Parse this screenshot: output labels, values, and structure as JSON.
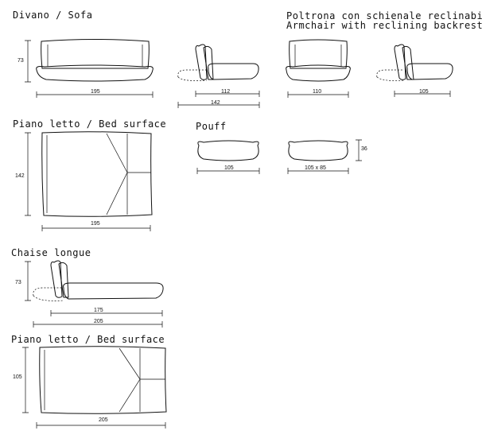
{
  "sections": {
    "sofa_title": "Divano / Sofa",
    "armchair_title_it": "Poltrona con schienale reclinabile",
    "armchair_title_en": "Armchair with reclining backrest",
    "bed_title_1": "Piano letto / Bed surface",
    "pouf_title": "Pouff",
    "chaise_title": "Chaise longue",
    "bed_title_2": "Piano letto / Bed surface"
  },
  "dimensions": {
    "sofa_height": "73",
    "sofa_width": "195",
    "sofa_side_depth": "112",
    "sofa_side_depth_reclined": "142",
    "armchair_width": "110",
    "armchair_side_depth": "105",
    "bed1_depth": "142",
    "bed1_width": "195",
    "pouf1_width": "105",
    "pouf2_size": "105 x 85",
    "pouf_height": "36",
    "chaise_height": "73",
    "chaise_length": "175",
    "chaise_length_reclined": "205",
    "bed2_depth": "105",
    "bed2_width": "205"
  }
}
